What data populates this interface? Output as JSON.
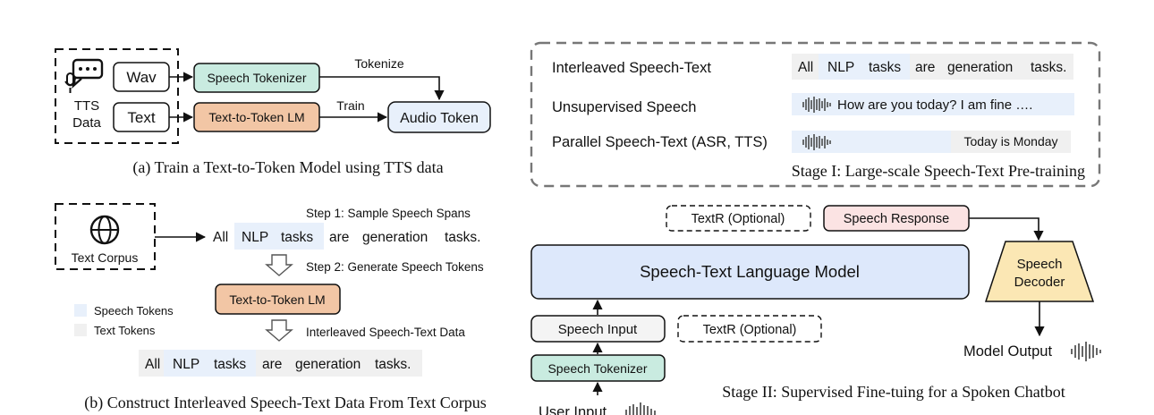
{
  "a": {
    "tts_data": [
      "TTS",
      "Data"
    ],
    "wav": "Wav",
    "text": "Text",
    "speech_tokenizer": "Speech Tokenizer",
    "t2t_lm": "Text-to-Token LM",
    "audio_token": "Audio Token",
    "tokenize": "Tokenize",
    "train": "Train",
    "caption": "(a) Train a Text-to-Token Model using TTS data"
  },
  "b": {
    "text_corpus": "Text Corpus",
    "step1": "Step 1: Sample Speech Spans",
    "step2": "Step 2: Generate Speech Tokens",
    "words": [
      "All",
      "NLP",
      "tasks",
      "are",
      "generation",
      "tasks."
    ],
    "t2t_lm": "Text-to-Token LM",
    "legend_speech": "Speech Tokens",
    "legend_text": "Text Tokens",
    "interleaved": "Interleaved Speech-Text Data",
    "caption": "(b) Construct Interleaved Speech-Text Data From Text Corpus"
  },
  "stage1": {
    "row1_label": "Interleaved Speech-Text",
    "row1_words": [
      "All",
      "NLP",
      "tasks",
      "are",
      "generation",
      "tasks."
    ],
    "row2_label": "Unsupervised Speech",
    "row2_text": "How are you today? I am fine ….",
    "row3_label": "Parallel Speech-Text (ASR, TTS)",
    "row3_text": "Today is Monday",
    "caption": "Stage I:  Large-scale Speech-Text Pre-training"
  },
  "stage2": {
    "textr_top": "TextR (Optional)",
    "speech_response": "Speech Response",
    "model": "Speech-Text Language Model",
    "decoder": [
      "Speech",
      "Decoder"
    ],
    "speech_input": "Speech Input",
    "textr_bottom": "TextR (Optional)",
    "speech_tokenizer": "Speech Tokenizer",
    "user_input": "User Input",
    "model_output": "Model Output",
    "caption": "Stage II:  Supervised Fine-tuing for a Spoken Chatbot"
  },
  "colors": {
    "speech_tok": "#c9ebe0",
    "t2t": "#f2c6a5",
    "audio": "#e8f0fb",
    "speech_span": "#e8f0fb",
    "text_span": "#f0f0f0",
    "model": "#dde8fb",
    "response": "#fbe3e3",
    "decoder": "#fbe7b4"
  }
}
